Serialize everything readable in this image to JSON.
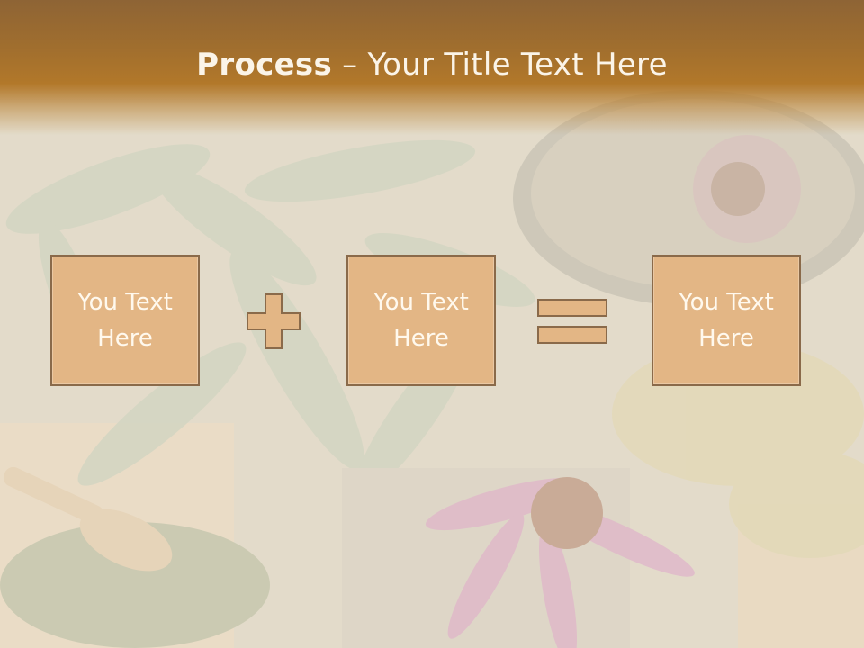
{
  "slide": {
    "title_bold": "Process",
    "title_rest": " – Your Title Text Here",
    "boxes": [
      {
        "text": "You Text\nHere"
      },
      {
        "text": "You Text\nHere"
      },
      {
        "text": "You Text\nHere"
      }
    ],
    "operators": [
      "plus-icon",
      "equals-icon"
    ]
  },
  "colors": {
    "header": "#a06e2e",
    "box_fill": "#e3b685",
    "box_border": "#8a6a4a",
    "title_text": "#fbf4e8"
  }
}
